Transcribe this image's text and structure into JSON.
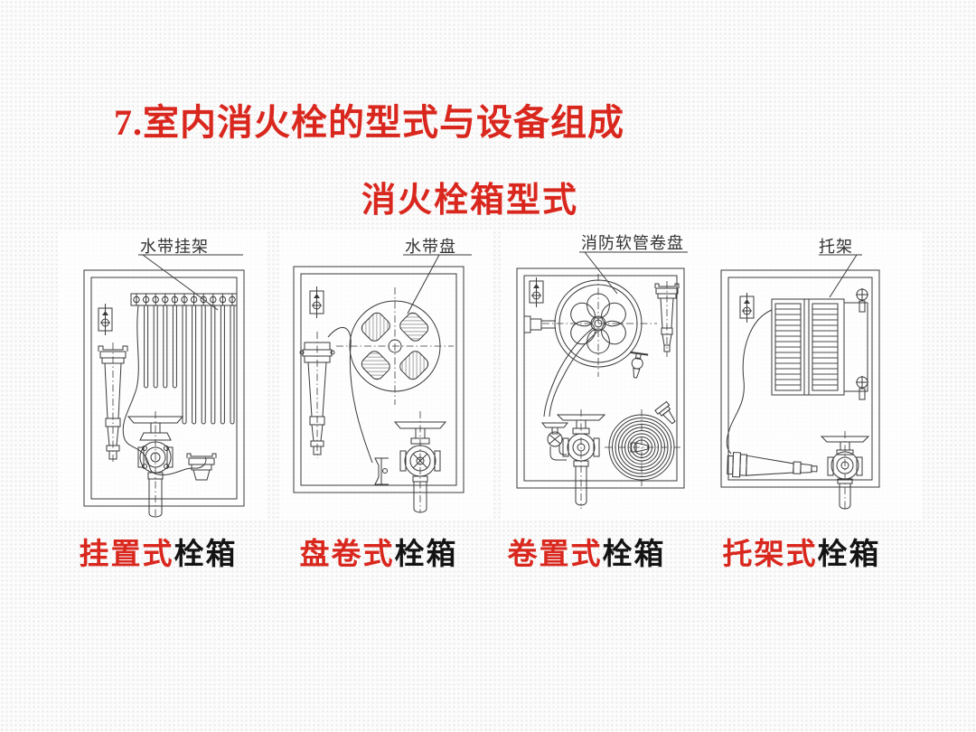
{
  "slide": {
    "title": "7.室内消火栓的型式与设备组成",
    "subtitle": "消火栓箱型式"
  },
  "diagrams": [
    {
      "annotation": "水带挂架",
      "caption_type": "挂置式",
      "caption_suffix": "栓箱"
    },
    {
      "annotation": "水带盘",
      "caption_type": "盘卷式",
      "caption_suffix": "栓箱"
    },
    {
      "annotation": "消防软管卷盘",
      "caption_type": "卷置式",
      "caption_suffix": "栓箱"
    },
    {
      "annotation": "托架",
      "caption_type": "托架式",
      "caption_suffix": "栓箱"
    }
  ],
  "colors": {
    "accent_red": "#d9271e",
    "text_black": "#141414",
    "line_gray": "#3a3a3a",
    "background": "#fcfcfc"
  }
}
